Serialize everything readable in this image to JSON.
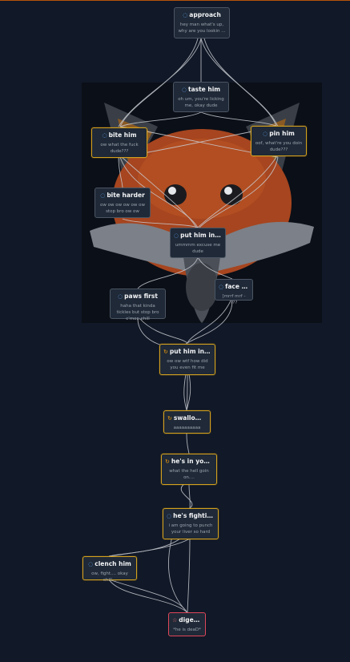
{
  "nodes": [
    {
      "id": "approach",
      "title": "approach",
      "icon": "circle-arrow-icon",
      "sub": "hey man what's up, why are you lookin ...",
      "style": "plain"
    },
    {
      "id": "taste",
      "title": "taste him",
      "icon": "circle-arrow-icon",
      "sub": "oh um, you're licking me, okay dude",
      "style": "plain"
    },
    {
      "id": "bite",
      "title": "bite him",
      "icon": "circle-arrow-icon",
      "sub": "ow what the fuck dude???",
      "style": "gold"
    },
    {
      "id": "pin",
      "title": "pin him",
      "icon": "circle-arrow-icon",
      "sub": "oof, what're you doin dude???",
      "style": "gold"
    },
    {
      "id": "biteharder",
      "title": "bite harder",
      "icon": "circle-arrow-icon",
      "sub": "ow ow ow ow ow ow stop bro ow ow",
      "style": "plain"
    },
    {
      "id": "putmouth",
      "title": "put him in yo...",
      "icon": "circle-arrow-icon",
      "sub": "ummmm excuse me dude",
      "style": "plain"
    },
    {
      "id": "facefirst",
      "title": "face first",
      "icon": "circle-arrow-icon",
      "sub": "[mrrf mrf - ???",
      "style": "plain"
    },
    {
      "id": "pawsfirst",
      "title": "paws first",
      "icon": "circle-arrow-icon",
      "sub": "haha that kinda tickles but stop bro c'mon chill",
      "style": "plain"
    },
    {
      "id": "putmouth2",
      "title": "put him in yo...",
      "icon": "loop-icon",
      "sub": "ow ow wtf how did you even fit me",
      "style": "gold"
    },
    {
      "id": "swallow",
      "title": "swallow him",
      "icon": "loop-icon",
      "sub": "aaaaaaaaaa",
      "style": "gold"
    },
    {
      "id": "stomach",
      "title": "he's in your s...",
      "icon": "loop-icon",
      "sub": "what the hell goin on....",
      "style": "gold"
    },
    {
      "id": "fighting",
      "title": "he's fightin b...",
      "icon": "circle-arrow-icon",
      "sub": "i am going to punch your liver so hard",
      "style": "gold"
    },
    {
      "id": "clench",
      "title": "clench him",
      "icon": "circle-arrow-icon",
      "sub": "ow, fight.... okay chill...",
      "style": "gold"
    },
    {
      "id": "digested",
      "title": "digested",
      "icon": "end-icon",
      "sub": "*he is deaD*",
      "style": "red"
    }
  ]
}
